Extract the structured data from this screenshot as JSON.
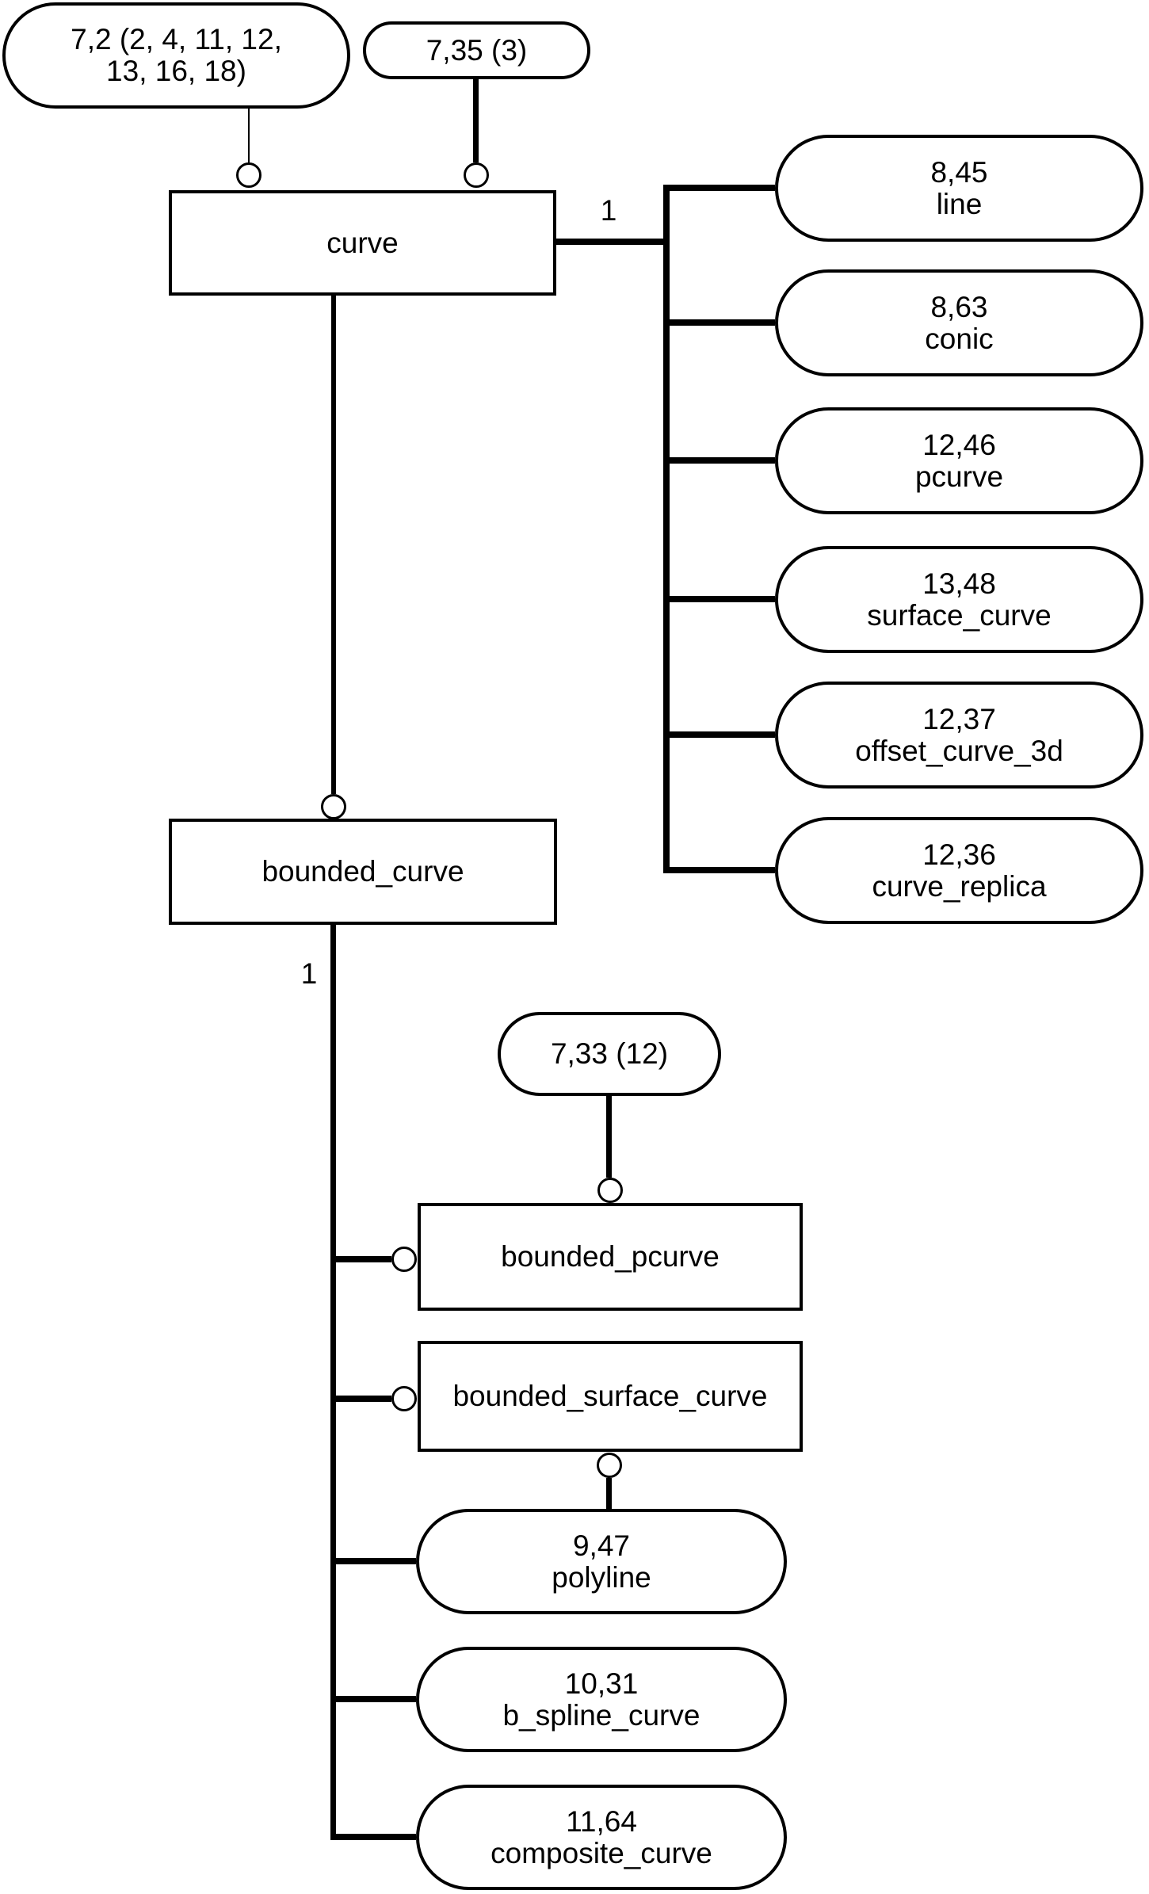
{
  "nodes": {
    "curve": "curve",
    "bounded_curve": "bounded_curve",
    "bounded_pcurve": "bounded_pcurve",
    "bounded_surface_curve": "bounded_surface_curve"
  },
  "page_refs": {
    "curve_inherit": {
      "line1": "7,2 (2, 4, 11, 12,",
      "line2": "13, 16, 18)"
    },
    "curve_attr": "7,35 (3)",
    "bounded_pcurve_attr": "7,33 (12)"
  },
  "curve_subtypes": [
    {
      "code": "8,45",
      "name": "line"
    },
    {
      "code": "8,63",
      "name": "conic"
    },
    {
      "code": "12,46",
      "name": "pcurve"
    },
    {
      "code": "13,48",
      "name": "surface_curve"
    },
    {
      "code": "12,37",
      "name": "offset_curve_3d"
    },
    {
      "code": "12,36",
      "name": "curve_replica"
    }
  ],
  "bounded_curve_subtypes": [
    {
      "code": "9,47",
      "name": "polyline"
    },
    {
      "code": "10,31",
      "name": "b_spline_curve"
    },
    {
      "code": "11,64",
      "name": "composite_curve"
    }
  ],
  "cardinality": {
    "curve_tree": "1",
    "bounded_curve_tree": "1"
  },
  "colors": {
    "ink": "#000000",
    "background": "#ffffff"
  }
}
